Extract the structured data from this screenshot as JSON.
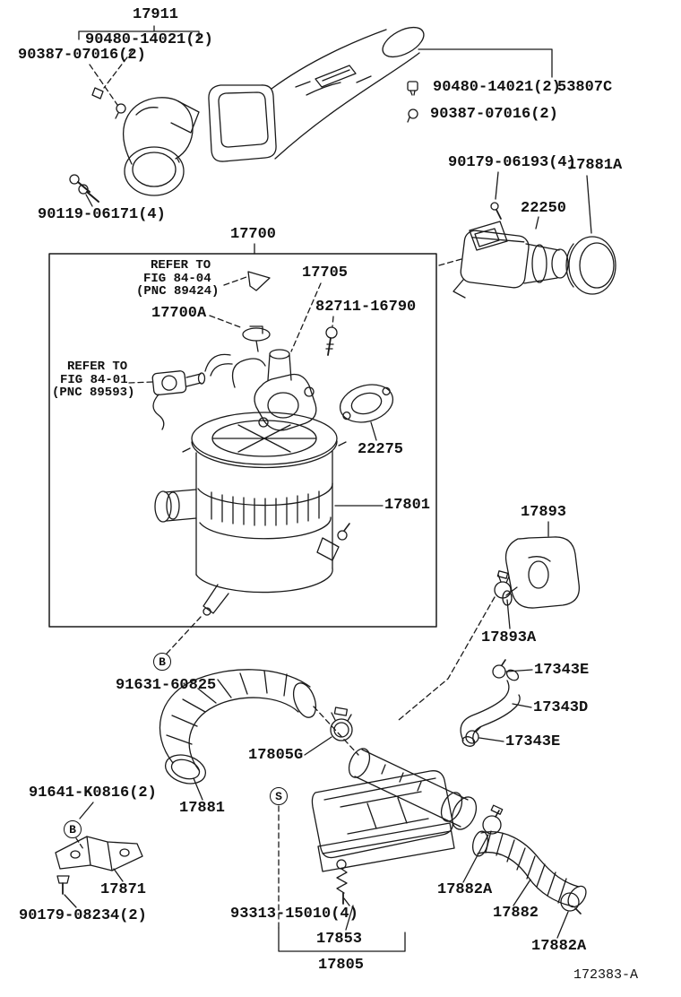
{
  "figure": {
    "type": "parts-diagram",
    "drawing_number": "172383-A",
    "callouts": {
      "c17911": "17911",
      "c90480_left": "90480-14021(2)",
      "c90387_left": "90387-07016(2)",
      "c90480_right": "90480-14021(2)",
      "c53807C": "53807C",
      "c90387_right": "90387-07016(2)",
      "c90119_06171": "90119-06171(4)",
      "c17700": "17700",
      "c90179_06193": "90179-06193(4)",
      "c17881A": "17881A",
      "c22250": "22250",
      "c17700A": "17700A",
      "c17705": "17705",
      "c82711_16790": "82711-16790",
      "c22275": "22275",
      "c17801": "17801",
      "c17893": "17893",
      "c17893A": "17893A",
      "c91631_60825": "91631-60825",
      "c17343E_top": "17343E",
      "c17343D": "17343D",
      "c17343E_bottom": "17343E",
      "c17805G": "17805G",
      "c91641_K0816": "91641-K0816(2)",
      "c17881": "17881",
      "c17871": "17871",
      "c90179_08234": "90179-08234(2)",
      "c93313_15010": "93313-15010(4)",
      "c17853": "17853",
      "c17882A_left": "17882A",
      "c17882": "17882",
      "c17882A_right": "17882A",
      "c17805": "17805",
      "circle_b1": "B",
      "circle_b2": "B",
      "circle_s": "S"
    },
    "notes": {
      "note1": {
        "line1": "REFER TO",
        "line2": "FIG 84-04",
        "line3": "(PNC 89424)"
      },
      "note2": {
        "line1": "REFER TO",
        "line2": "FIG 84-01",
        "line3": "(PNC 89593)"
      }
    }
  }
}
